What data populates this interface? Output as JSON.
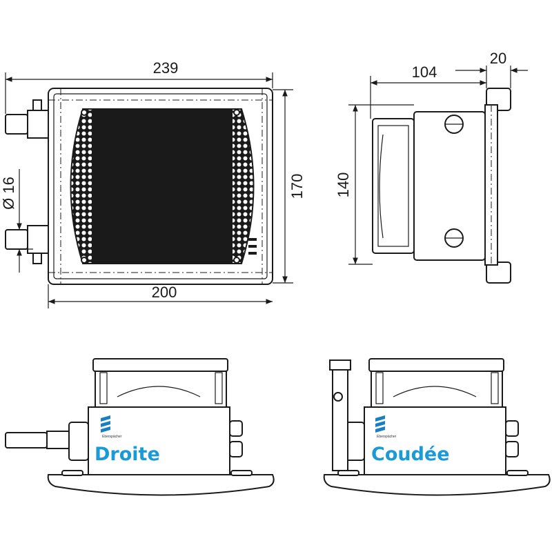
{
  "dimensions": {
    "front_width_total": "239",
    "front_width_core": "200",
    "front_height": "170",
    "pipe_diameter": "Ø 16",
    "side_depth": "104",
    "side_flange": "20",
    "side_height": "140"
  },
  "variants": {
    "straight_label": "Droite",
    "angled_label": "Coudée"
  },
  "logo": {
    "brand": "Eberspächer"
  },
  "colors": {
    "label": "#1a9ad6",
    "logo": "#1a7fc0"
  }
}
